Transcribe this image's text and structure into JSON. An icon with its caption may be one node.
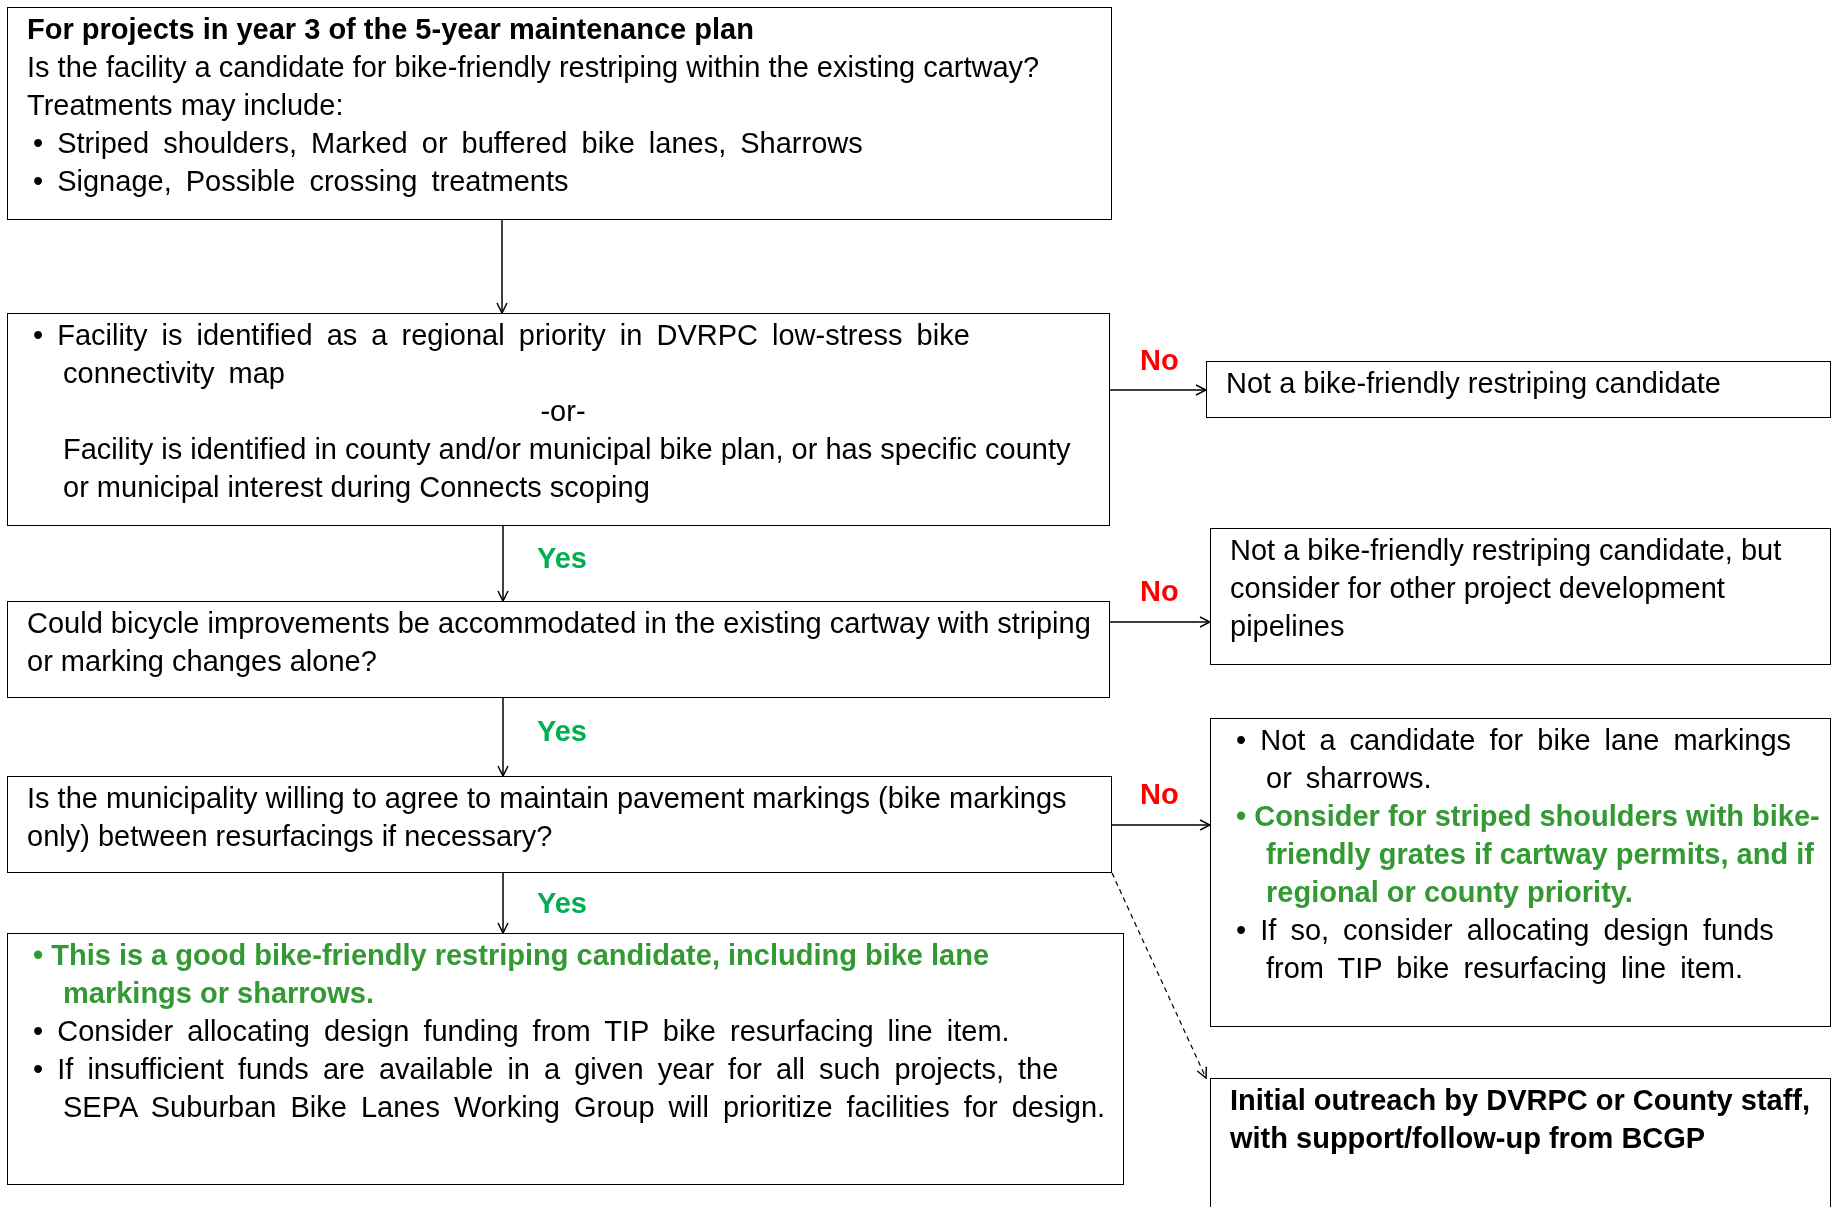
{
  "diagram": {
    "nodes": [
      {
        "text": [
          "For projects in year 3 of the 5-year maintenance plan",
          "Is the facility a candidate for bike-friendly restriping within the existing cartway? Treatments may include:",
          "• Striped shoulders, Marked or buffered bike lanes, Sharrows",
          "• Signage, Possible crossing treatments"
        ]
      },
      {
        "text": [
          "• Facility is identified as a regional priority in DVRPC low-stress bike connectivity map",
          "-or-",
          "Facility is identified in county and/or municipal bike plan, or has specific county or municipal interest during Connects scoping"
        ]
      },
      {
        "text": [
          "Not a bike-friendly restriping candidate"
        ]
      },
      {
        "text": [
          "Could bicycle improvements be accommodated in the existing cartway with striping or marking changes alone?"
        ]
      },
      {
        "text": [
          "Not a bike-friendly restriping candidate, but consider for other project development pipelines"
        ]
      },
      {
        "text": [
          "Is the municipality willing to agree to maintain pavement markings (bike markings only) between resurfacings if necessary?"
        ]
      },
      {
        "text": [
          "• Not a candidate for bike lane markings or sharrows.",
          "• Consider for striped shoulders with bike-friendly grates if cartway permits, and if regional or county priority.",
          "• If so, consider allocating design funds from TIP bike resurfacing line item."
        ]
      },
      {
        "text": [
          "• This is a good bike-friendly restriping candidate, including bike lane markings or sharrows.",
          "• Consider allocating design funding from TIP bike resurfacing line item.",
          "• If insufficient funds are available in a given year for all such projects, the SEPA Suburban Bike Lanes Working Group will prioritize facilities for design."
        ]
      },
      {
        "text": [
          "Initial outreach by DVRPC or County staff, with support/follow-up from BCGP"
        ]
      }
    ],
    "edges": [
      {
        "from": 0,
        "to": 1,
        "arrow": "to"
      },
      {
        "from": 1,
        "to": 2,
        "arrow": "to",
        "label": "No"
      },
      {
        "from": 1,
        "to": 3,
        "arrow": "to",
        "label": "Yes"
      },
      {
        "from": 3,
        "to": 4,
        "arrow": "to",
        "label": "No"
      },
      {
        "from": 3,
        "to": 5,
        "arrow": "to",
        "label": "Yes"
      },
      {
        "from": 5,
        "to": 6,
        "arrow": "to",
        "label": "No"
      },
      {
        "from": 5,
        "to": 7,
        "arrow": "to",
        "label": "Yes"
      },
      {
        "from": 5,
        "to": 8,
        "arrow": "to",
        "style": "dashed"
      }
    ]
  }
}
